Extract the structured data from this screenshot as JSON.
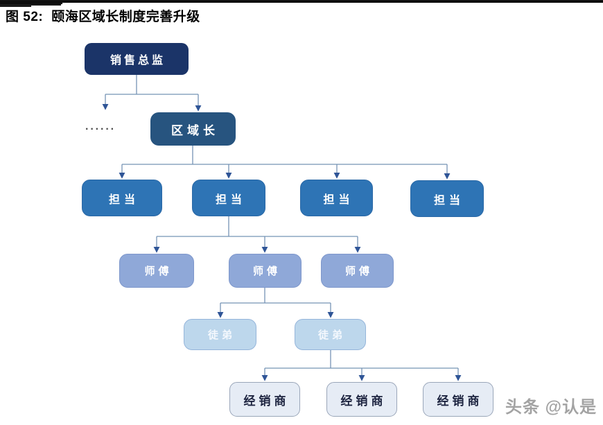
{
  "figure": {
    "label": "图 52:",
    "title": "颐海区域长制度完善升级"
  },
  "ellipsis": "······",
  "watermark": "头条 @认是",
  "nodes": [
    {
      "id": "sales-director",
      "level": 1,
      "label": "销售总监"
    },
    {
      "id": "regional-chief",
      "level": 2,
      "label": "区域长"
    },
    {
      "id": "duty-1",
      "level": 3,
      "label": "担当"
    },
    {
      "id": "duty-2",
      "level": 3,
      "label": "担当"
    },
    {
      "id": "duty-3",
      "level": 3,
      "label": "担当"
    },
    {
      "id": "duty-4",
      "level": 3,
      "label": "担当"
    },
    {
      "id": "master-1",
      "level": 4,
      "label": "师傅"
    },
    {
      "id": "master-2",
      "level": 4,
      "label": "师傅"
    },
    {
      "id": "master-3",
      "level": 4,
      "label": "师傅"
    },
    {
      "id": "apprentice-1",
      "level": 5,
      "label": "徒弟"
    },
    {
      "id": "apprentice-2",
      "level": 5,
      "label": "徒弟"
    },
    {
      "id": "dealer-1",
      "level": 6,
      "label": "经销商"
    },
    {
      "id": "dealer-2",
      "level": 6,
      "label": "经销商"
    },
    {
      "id": "dealer-3",
      "level": 6,
      "label": "经销商"
    }
  ],
  "hierarchy": [
    "销售总监",
    "区域长",
    "担当",
    "师傅",
    "徒弟",
    "经销商"
  ],
  "palette": {
    "level1_fill": "#1b3468",
    "level2_fill": "#27547f",
    "level3_fill": "#2e74b5",
    "level4_fill": "#8fa8d8",
    "level5_fill": "#bdd7ec",
    "level6_fill": "#e6ecf5",
    "level6_text": "#1d2440",
    "connector": "#7593b5",
    "arrowhead": "#2f5597",
    "watermark_color": "#a3a3a3"
  }
}
